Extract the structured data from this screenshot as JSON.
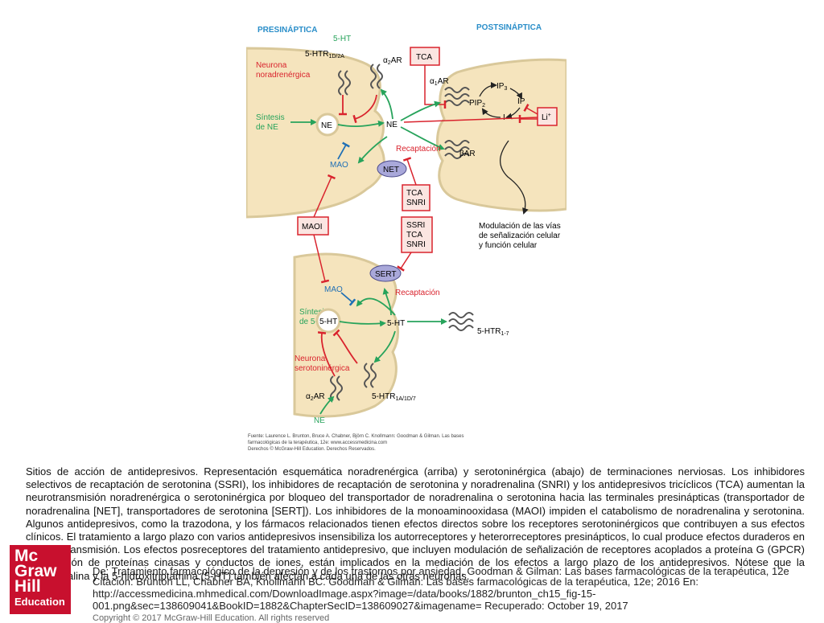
{
  "figure": {
    "labels": {
      "presynaptic": "PRESINÁPTICA",
      "postsynaptic": "POSTSINÁPTICA",
      "ht_top": "5-HT",
      "htr1d2a": "5-HTR",
      "htr1d2a_sub": "1D/2A",
      "neuron_ne_1": "Neurona",
      "neuron_ne_2": "noradrenérgica",
      "a2ar_top": "α",
      "a2ar_top_sub": "2",
      "a2ar_top_suffix": "AR",
      "tca_box": "TCA",
      "a1ar": "α",
      "a1ar_sub": "1",
      "a1ar_suffix": "AR",
      "ip3": "IP",
      "ip3_sub": "3",
      "pip2": "PIP",
      "pip2_sub": "2",
      "ip": "IP",
      "i": "I",
      "li": "Li",
      "li_sup": "+",
      "synth_ne_1": "Síntesis",
      "synth_ne_2": "de NE",
      "ne_vesicle": "NE",
      "ne_cleft": "NE",
      "recapt_top": "Recaptación",
      "bar": "βAR",
      "mao_top": "MAO",
      "net": "NET",
      "tca_snri_1": "TCA",
      "tca_snri_2": "SNRI",
      "modulation_1": "Modulación de las vías",
      "modulation_2": "de señalización celular",
      "modulation_3": "y función celular",
      "maoi": "MAOI",
      "ssri_1": "SSRI",
      "ssri_2": "TCA",
      "ssri_3": "SNRI",
      "sert": "SERT",
      "mao_bottom": "MAO",
      "recapt_bottom": "Recaptación",
      "synth_5ht_1": "Síntesis",
      "synth_5ht_2": "de 5-HT",
      "ht_vesicle": "5-HT",
      "ht_cleft": "5-HT",
      "htr17": "5-HTR",
      "htr17_sub": "1-7",
      "neuron_5ht_1": "Neurona",
      "neuron_5ht_2": "serotoninérgica",
      "htr1a": "5-HTR",
      "htr1a_sub": "1A/1D/7",
      "a2ar_bottom": "α",
      "a2ar_bottom_sub": "2",
      "a2ar_bottom_suffix": "AR",
      "ne_bottom": "NE",
      "credit_1": "Fuente: Laurence L. Brunton, Bruce A. Chabner, Björn C. Knollmann: Goodman & Gilman. Las bases",
      "credit_2": "farmacológicas de la terapéutica, 12e: www.accessmedicina.com",
      "credit_3": "Derechos © McGraw-Hill Education. Derechos Reservados."
    }
  },
  "caption": "Sitios de acción de antidepresivos. Representación esquemática noradrenérgica (arriba) y serotoninérgica (abajo) de terminaciones nerviosas. Los inhibidores selectivos de recaptación de serotonina (SSRI), los inhibidores de recaptación de serotonina y noradrenalina (SNRI) y los antidepresivos tricíclicos (TCA) aumentan la neurotransmisión noradrenérgica o serotoninérgica por bloqueo del transportador de noradrenalina o serotonina hacia las terminales presinápticas (transportador de noradrenalina [NET], transportadores de serotonina [SERT]). Los inhibidores de la monoaminooxidasa (MAOI) impiden el catabolismo de noradrenalina y serotonina. Algunos antidepresivos, como la trazodona, y los fármacos relacionados tienen efectos directos sobre los receptores serotoninérgicos que contribuyen a sus efectos clínicos. El tratamiento a largo plazo con varios antidepresivos insensibiliza los autorreceptores y heterorreceptores presinápticos, lo cual produce efectos duraderos en la neurotransmisión. Los efectos posreceptores del tratamiento antidepresivo, que incluyen modulación de señalización de receptores acoplados a proteína G (GPCR) y activación de proteínas cinasas y conductos de iones, están implicados en la mediación de los efectos a largo plazo de los antidepresivos. Nótese que la noradrenalina y la 5-hidroxitriptamina (5-HT) también afectan a cada una de las otras neuronas.",
  "source": "De: Tratamiento farmacológico de la depresión y de los trastornos por ansiedad, Goodman & Gilman: Las bases farmacológicas de la terapéutica, 12e",
  "citation": "Citación: Brunton LL, Chabner BA, Knollmann BC. Goodman & Gilman: Las bases farmacológicas de la terapéutica, 12e; 2016 En: http://accessmedicina.mhmedical.com/DownloadImage.aspx?image=/data/books/1882/brunton_ch15_fig-15-001.png&sec=138609041&BookID=1882&ChapterSecID=138609027&imagename= Recuperado: October 19, 2017",
  "copyright": "Copyright © 2017 McGraw-Hill Education. All rights reserved",
  "logo": {
    "line1": "Mc",
    "line2": "Graw",
    "line3": "Hill",
    "line4": "Education"
  },
  "colors": {
    "cell": "#f5e4bd",
    "membrane": "#d9c89a",
    "green": "#27a35b",
    "red": "#d9232d",
    "blue": "#1f6fb5",
    "title": "#2a8ec9",
    "lilac": "#a9a8da"
  }
}
